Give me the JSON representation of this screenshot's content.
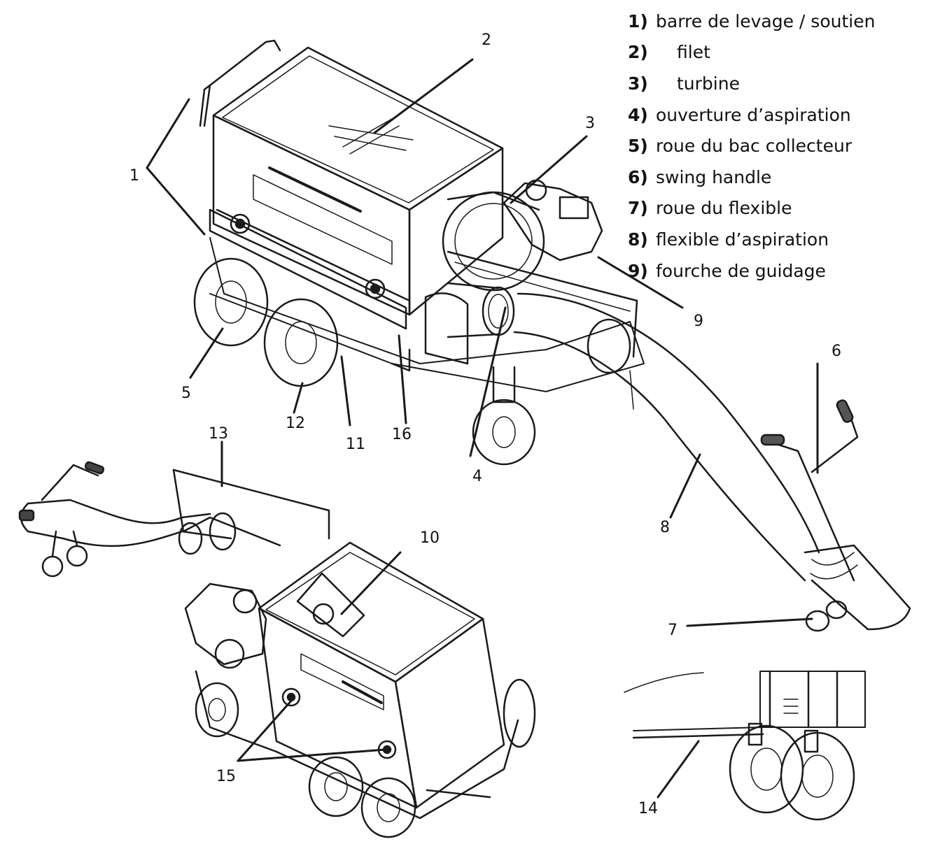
{
  "legend": [
    {
      "num": "1)",
      "label": "barre de levage / soutien"
    },
    {
      "num": "2)",
      "label": "filet"
    },
    {
      "num": "3)",
      "label": "turbine"
    },
    {
      "num": "4)",
      "label": "ouverture d’aspiration"
    },
    {
      "num": "5)",
      "label": "roue du bac collecteur"
    },
    {
      "num": "6)",
      "label": "swing handle"
    },
    {
      "num": "7)",
      "label": "roue du flexible"
    },
    {
      "num": "8)",
      "label": "flexible d’aspiration"
    },
    {
      "num": "9)",
      "label": "fourche de guidage"
    }
  ],
  "callouts": {
    "n1": "1",
    "n2": "2",
    "n3": "3",
    "n4": "4",
    "n5": "5",
    "n6": "6",
    "n7": "7",
    "n8": "8",
    "n9": "9",
    "n10": "10",
    "n11": "11",
    "n12": "12",
    "n13": "13",
    "n14": "14",
    "n15": "15",
    "n16": "16"
  }
}
